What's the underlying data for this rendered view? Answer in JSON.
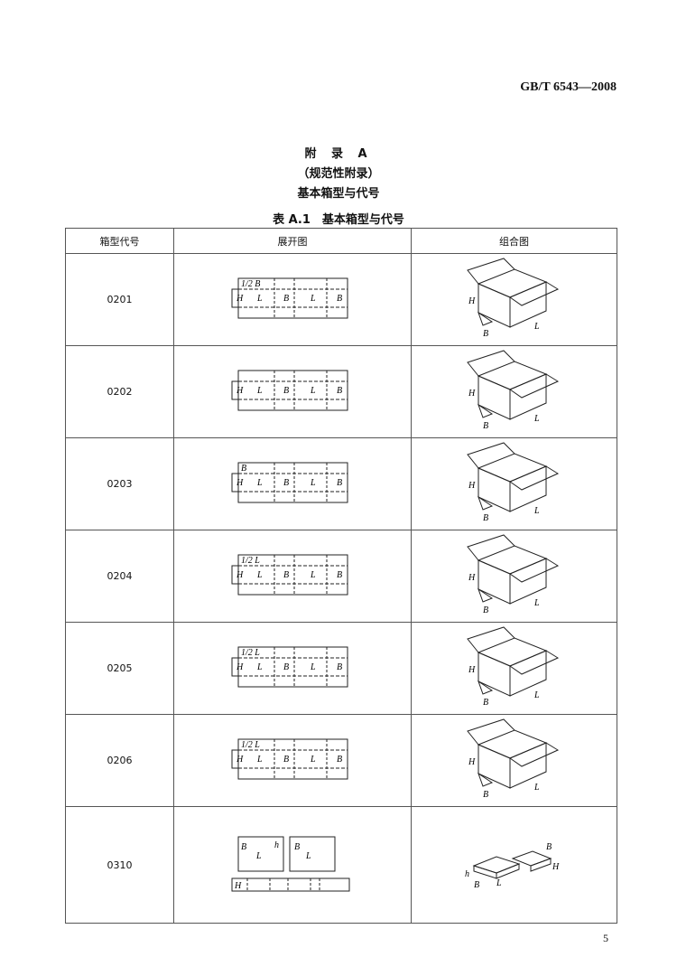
{
  "header": {
    "standard": "GB/T 6543—2008"
  },
  "appendix": {
    "title": "附 录 A",
    "subtitle": "（规范性附录）",
    "name": "基本箱型与代号"
  },
  "table": {
    "caption": "表 A.1　基本箱型与代号",
    "columns": [
      "箱型代号",
      "展开图",
      "组合图"
    ],
    "rows": [
      {
        "code": "0201",
        "net_labels": [
          "H",
          "L",
          "B",
          "L",
          "B",
          "1/2 B"
        ],
        "box_labels": [
          "H",
          "B",
          "L"
        ]
      },
      {
        "code": "0202",
        "net_labels": [
          "H",
          "L",
          "B",
          "L",
          "B"
        ],
        "box_labels": [
          "H",
          "B",
          "L"
        ]
      },
      {
        "code": "0203",
        "net_labels": [
          "H",
          "L",
          "B",
          "L",
          "B",
          "B"
        ],
        "box_labels": [
          "H",
          "B",
          "L"
        ]
      },
      {
        "code": "0204",
        "net_labels": [
          "H",
          "L",
          "B",
          "L",
          "B",
          "1/2 L"
        ],
        "box_labels": [
          "H",
          "B",
          "L"
        ]
      },
      {
        "code": "0205",
        "net_labels": [
          "H",
          "L",
          "B",
          "L",
          "B",
          "1/2 L"
        ],
        "box_labels": [
          "H",
          "B",
          "L"
        ]
      },
      {
        "code": "0206",
        "net_labels": [
          "H",
          "L",
          "B",
          "L",
          "B",
          "1/2 L"
        ],
        "box_labels": [
          "H",
          "B",
          "L"
        ]
      },
      {
        "code": "0310",
        "net_labels": [
          "H",
          "L",
          "B",
          "L",
          "B",
          "h"
        ],
        "box_labels": [
          "h",
          "B",
          "L",
          "B",
          "H"
        ]
      }
    ]
  },
  "page_number": "5"
}
